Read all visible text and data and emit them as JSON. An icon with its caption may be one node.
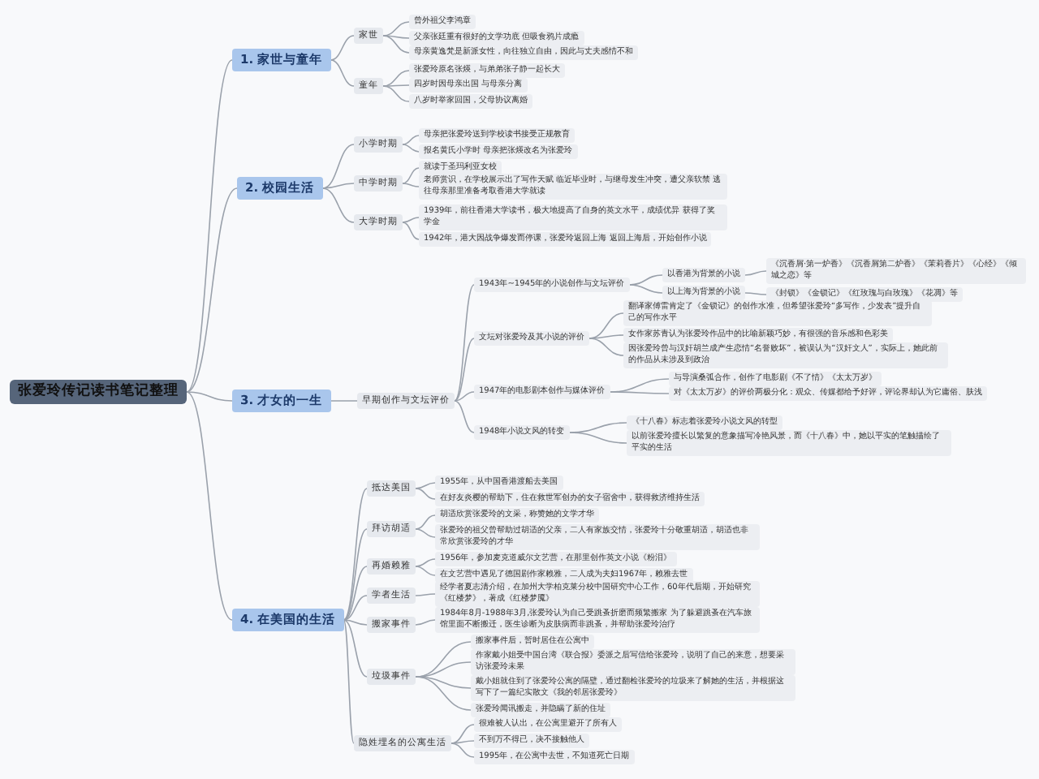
{
  "diagram": {
    "nodes": [
      {
        "text": [
          "张爱玲传记读书笔记整理"
        ]
      },
      {
        "text": [
          "1. 家世与童年"
        ]
      },
      {
        "text": [
          "家世"
        ]
      },
      {
        "text": [
          "曾外祖父李鸿章"
        ]
      },
      {
        "text": [
          "父亲张廷重有很好的文学功底 但吸食鸦片成瘾"
        ]
      },
      {
        "text": [
          "母亲黄逸梵是新派女性，向往独立自由，因此与丈夫感情不和"
        ]
      },
      {
        "text": [
          "童年"
        ]
      },
      {
        "text": [
          "张爱玲原名张煐，与弟弟张子静一起长大"
        ]
      },
      {
        "text": [
          "四岁时因母亲出国 与母亲分离"
        ]
      },
      {
        "text": [
          "八岁时举家回国，父母协议离婚"
        ]
      },
      {
        "text": [
          "2. 校园生活"
        ]
      },
      {
        "text": [
          "小学时期"
        ]
      },
      {
        "text": [
          "母亲把张爱玲送到学校读书接受正规教育"
        ]
      },
      {
        "text": [
          "报名黄氏小学时 母亲把张煐改名为张爱玲"
        ]
      },
      {
        "text": [
          "中学时期"
        ]
      },
      {
        "text": [
          "就读于圣玛利亚女校"
        ]
      },
      {
        "text": [
          "老师赏识，在学校展示出了写作天赋 临近毕业时，与继母发生冲突，遭父亲软禁 逃往母亲那里准备考取香港大学就读"
        ]
      },
      {
        "text": [
          "大学时期"
        ]
      },
      {
        "text": [
          "1939年，前往香港大学读书，极大地提高了自身的英文水平，成绩优异 获得了奖学金"
        ]
      },
      {
        "text": [
          "1942年，港大因战争爆发而停课，张爱玲返回上海 返回上海后，开始创作小说"
        ]
      },
      {
        "text": [
          "3. 才女的一生"
        ]
      },
      {
        "text": [
          "早期创作与文坛评价"
        ]
      },
      {
        "text": [
          "1943年~1945年的小说创作与文坛评价"
        ]
      },
      {
        "text": [
          "以香港为背景的小说"
        ]
      },
      {
        "text": [
          "《沉香屑·第一炉香》《沉香屑第二炉香》《茉莉香片》《心经》《倾城之恋》等"
        ]
      },
      {
        "text": [
          "以上海为背景的小说"
        ]
      },
      {
        "text": [
          "《封锁》《金锁记》《红玫瑰与白玫瑰》《花凋》等"
        ]
      },
      {
        "text": [
          "文坛对张爱玲及其小说的评价"
        ]
      },
      {
        "text": [
          "翻译家傅雷肯定了《金锁记》的创作水准，但希望张爱玲“多写作，少发表”提升自己的写作水平"
        ]
      },
      {
        "text": [
          "女作家苏青认为张爱玲作品中的比喻新颖巧妙，有很强的音乐感和色彩美"
        ]
      },
      {
        "text": [
          "因张爱玲曾与汉奸胡兰成产生恋情“名誉败坏”，被误认为“汉奸文人”，实际上，她此前的作品从未涉及到政治"
        ]
      },
      {
        "text": [
          "1947年的电影剧本创作与媒体评价"
        ]
      },
      {
        "text": [
          "与导演桑弧合作，创作了电影剧《不了情》《太太万岁》"
        ]
      },
      {
        "text": [
          "对《太太万岁》的评价两极分化：观众、传媒都给予好评，评论界却认为它庸俗、肤浅"
        ]
      },
      {
        "text": [
          "1948年小说文风的转变"
        ]
      },
      {
        "text": [
          "《十八春》标志着张爱玲小说文风的转型"
        ]
      },
      {
        "text": [
          "以前张爱玲擅长以繁复的意象描写冷艳风景，而《十八春》中，她以平实的笔触描绘了平实的生活"
        ]
      },
      {
        "text": [
          "4. 在美国的生活"
        ]
      },
      {
        "text": [
          "抵达美国"
        ]
      },
      {
        "text": [
          "1955年，从中国香港渡船去美国"
        ]
      },
      {
        "text": [
          "在好友炎樱的帮助下，住在救世军创办的女子宿舍中，获得救济维持生活"
        ]
      },
      {
        "text": [
          "拜访胡适"
        ]
      },
      {
        "text": [
          "胡适欣赏张爱玲的文采，称赞她的文学才华"
        ]
      },
      {
        "text": [
          "张爱玲的祖父曾帮助过胡适的父亲，二人有家族交情，张爱玲十分敬重胡适，胡适也非常欣赏张爱玲的才华"
        ]
      },
      {
        "text": [
          "再婚赖雅"
        ]
      },
      {
        "text": [
          "1956年，参加麦克道威尔文艺营，在那里创作英文小说《粉泪》"
        ]
      },
      {
        "text": [
          "在文艺营中遇见了德国剧作家赖雅，二人成为夫妇1967年，赖雅去世"
        ]
      },
      {
        "text": [
          "学者生活"
        ]
      },
      {
        "text": [
          "经学者夏志清介绍，在加州大学柏克莱分校中国研究中心工作，60年代后期，开始研究《红楼梦》，著成《红楼梦魇》"
        ]
      },
      {
        "text": [
          "搬家事件"
        ]
      },
      {
        "text": [
          "1984年8月-1988年3月,张爱玲认为自己受跳蚤折磨而频繁搬家 为了躲避跳蚤在汽车旅馆里面不断搬迁，医生诊断为皮肤病而非跳蚤，并帮助张爱玲治疗"
        ]
      },
      {
        "text": [
          "垃圾事件"
        ]
      },
      {
        "text": [
          "搬家事件后，暂时居住在公寓中"
        ]
      },
      {
        "text": [
          "作家戴小姐受中国台湾《联合报》委派之后写信给张爱玲，说明了自己的来意，想要采访张爱玲未果"
        ]
      },
      {
        "text": [
          "戴小姐就住到了张爱玲公寓的隔壁，通过翻检张爱玲的垃圾来了解她的生活，并根据这写下了一篇纪实散文《我的邻居张爱玲》"
        ]
      },
      {
        "text": [
          "张爱玲闻讯搬走，并隐瞒了新的住址"
        ]
      },
      {
        "text": [
          "隐姓埋名的公寓生活"
        ]
      },
      {
        "text": [
          "很难被人认出，在公寓里避开了所有人"
        ]
      },
      {
        "text": [
          "不到万不得已，决不接触他人"
        ]
      },
      {
        "text": [
          "1995年，在公寓中去世，不知道死亡日期"
        ]
      }
    ],
    "edges": [
      {
        "from": 0,
        "to": 1,
        "arrow": "none"
      },
      {
        "from": 1,
        "to": 2,
        "arrow": "none"
      },
      {
        "from": 2,
        "to": 3,
        "arrow": "none"
      },
      {
        "from": 2,
        "to": 4,
        "arrow": "none"
      },
      {
        "from": 2,
        "to": 5,
        "arrow": "none"
      },
      {
        "from": 1,
        "to": 6,
        "arrow": "none"
      },
      {
        "from": 6,
        "to": 7,
        "arrow": "none"
      },
      {
        "from": 6,
        "to": 8,
        "arrow": "none"
      },
      {
        "from": 6,
        "to": 9,
        "arrow": "none"
      },
      {
        "from": 0,
        "to": 10,
        "arrow": "none"
      },
      {
        "from": 10,
        "to": 11,
        "arrow": "none"
      },
      {
        "from": 11,
        "to": 12,
        "arrow": "none"
      },
      {
        "from": 11,
        "to": 13,
        "arrow": "none"
      },
      {
        "from": 10,
        "to": 14,
        "arrow": "none"
      },
      {
        "from": 14,
        "to": 15,
        "arrow": "none"
      },
      {
        "from": 14,
        "to": 16,
        "arrow": "none"
      },
      {
        "from": 10,
        "to": 17,
        "arrow": "none"
      },
      {
        "from": 17,
        "to": 18,
        "arrow": "none"
      },
      {
        "from": 17,
        "to": 19,
        "arrow": "none"
      },
      {
        "from": 0,
        "to": 20,
        "arrow": "none"
      },
      {
        "from": 20,
        "to": 21,
        "arrow": "none"
      },
      {
        "from": 21,
        "to": 22,
        "arrow": "none"
      },
      {
        "from": 22,
        "to": 23,
        "arrow": "none"
      },
      {
        "from": 23,
        "to": 24,
        "arrow": "none"
      },
      {
        "from": 22,
        "to": 25,
        "arrow": "none"
      },
      {
        "from": 25,
        "to": 26,
        "arrow": "none"
      },
      {
        "from": 21,
        "to": 27,
        "arrow": "none"
      },
      {
        "from": 27,
        "to": 28,
        "arrow": "none"
      },
      {
        "from": 27,
        "to": 29,
        "arrow": "none"
      },
      {
        "from": 27,
        "to": 30,
        "arrow": "none"
      },
      {
        "from": 21,
        "to": 31,
        "arrow": "none"
      },
      {
        "from": 31,
        "to": 32,
        "arrow": "none"
      },
      {
        "from": 31,
        "to": 33,
        "arrow": "none"
      },
      {
        "from": 21,
        "to": 34,
        "arrow": "none"
      },
      {
        "from": 34,
        "to": 35,
        "arrow": "none"
      },
      {
        "from": 34,
        "to": 36,
        "arrow": "none"
      },
      {
        "from": 0,
        "to": 37,
        "arrow": "none"
      },
      {
        "from": 37,
        "to": 38,
        "arrow": "none"
      },
      {
        "from": 38,
        "to": 39,
        "arrow": "none"
      },
      {
        "from": 38,
        "to": 40,
        "arrow": "none"
      },
      {
        "from": 37,
        "to": 41,
        "arrow": "none"
      },
      {
        "from": 41,
        "to": 42,
        "arrow": "none"
      },
      {
        "from": 41,
        "to": 43,
        "arrow": "none"
      },
      {
        "from": 37,
        "to": 44,
        "arrow": "none"
      },
      {
        "from": 44,
        "to": 45,
        "arrow": "none"
      },
      {
        "from": 44,
        "to": 46,
        "arrow": "none"
      },
      {
        "from": 37,
        "to": 47,
        "arrow": "none"
      },
      {
        "from": 47,
        "to": 48,
        "arrow": "none"
      },
      {
        "from": 37,
        "to": 49,
        "arrow": "none"
      },
      {
        "from": 49,
        "to": 50,
        "arrow": "none"
      },
      {
        "from": 37,
        "to": 51,
        "arrow": "none"
      },
      {
        "from": 51,
        "to": 52,
        "arrow": "none"
      },
      {
        "from": 51,
        "to": 53,
        "arrow": "none"
      },
      {
        "from": 51,
        "to": 54,
        "arrow": "none"
      },
      {
        "from": 51,
        "to": 55,
        "arrow": "none"
      },
      {
        "from": 37,
        "to": 56,
        "arrow": "none"
      },
      {
        "from": 56,
        "to": 57,
        "arrow": "none"
      },
      {
        "from": 56,
        "to": 58,
        "arrow": "none"
      },
      {
        "from": 56,
        "to": 59,
        "arrow": "none"
      }
    ]
  }
}
